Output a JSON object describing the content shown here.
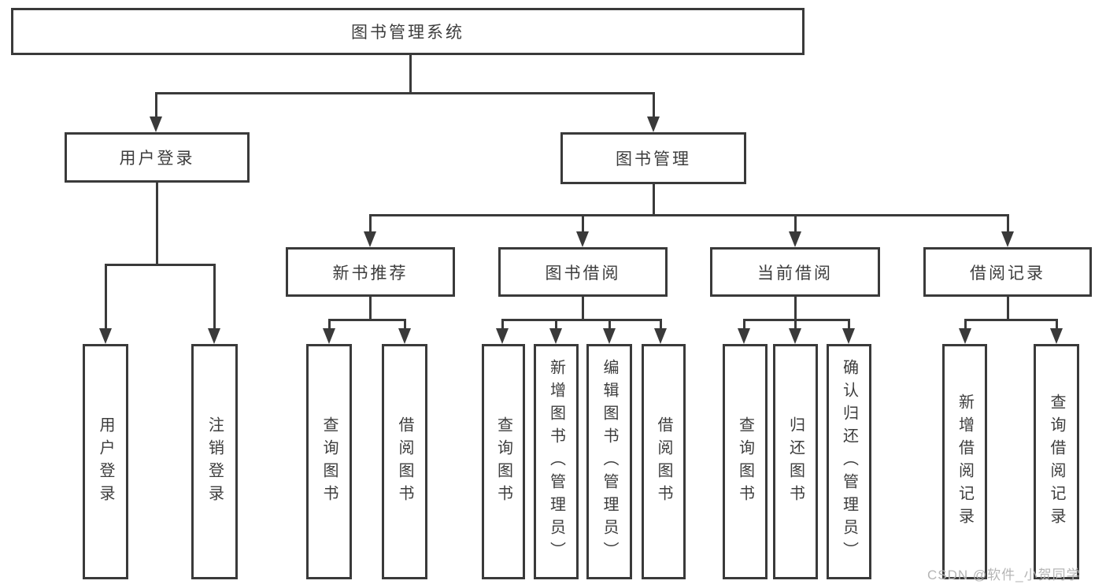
{
  "diagram": {
    "root": {
      "label": "图书管理系统"
    },
    "level2": [
      {
        "id": "user-login",
        "label": "用户登录",
        "parent": "图书管理系统"
      },
      {
        "id": "book-management",
        "label": "图书管理",
        "parent": "图书管理系统"
      }
    ],
    "level3": [
      {
        "id": "new-book-recommend",
        "label": "新书推荐",
        "parent": "图书管理"
      },
      {
        "id": "book-borrow",
        "label": "图书借阅",
        "parent": "图书管理"
      },
      {
        "id": "current-borrow",
        "label": "当前借阅",
        "parent": "图书管理"
      },
      {
        "id": "borrow-record",
        "label": "借阅记录",
        "parent": "图书管理"
      }
    ],
    "leaves": [
      {
        "id": "user-login-leaf",
        "label": "用户登录",
        "parent": "用户登录"
      },
      {
        "id": "logout-leaf",
        "label": "注销登录",
        "parent": "用户登录"
      },
      {
        "id": "query-book-new",
        "label": "查询图书",
        "parent": "新书推荐"
      },
      {
        "id": "borrow-book-new",
        "label": "借阅图书",
        "parent": "新书推荐"
      },
      {
        "id": "query-book-borrow",
        "label": "查询图书",
        "parent": "图书借阅"
      },
      {
        "id": "add-book-admin",
        "label": "新增图书（管理员）",
        "parent": "图书借阅"
      },
      {
        "id": "edit-book-admin",
        "label": "编辑图书（管理员）",
        "parent": "图书借阅"
      },
      {
        "id": "borrow-book-borrow",
        "label": "借阅图书",
        "parent": "图书借阅"
      },
      {
        "id": "query-book-current",
        "label": "查询图书",
        "parent": "当前借阅"
      },
      {
        "id": "return-book",
        "label": "归还图书",
        "parent": "当前借阅"
      },
      {
        "id": "confirm-return-admin",
        "label": "确认归还（管理员）",
        "parent": "当前借阅"
      },
      {
        "id": "add-borrow-record",
        "label": "新增借阅记录",
        "parent": "借阅记录"
      },
      {
        "id": "query-borrow-record",
        "label": "查询借阅记录",
        "parent": "借阅记录"
      }
    ]
  },
  "watermark": {
    "text": "CSDN @软件_小贺同学"
  },
  "colors": {
    "line": "#3a3a3a",
    "text": "#3d3d3d",
    "watermark": "#b5b5b5",
    "background": "#ffffff"
  }
}
